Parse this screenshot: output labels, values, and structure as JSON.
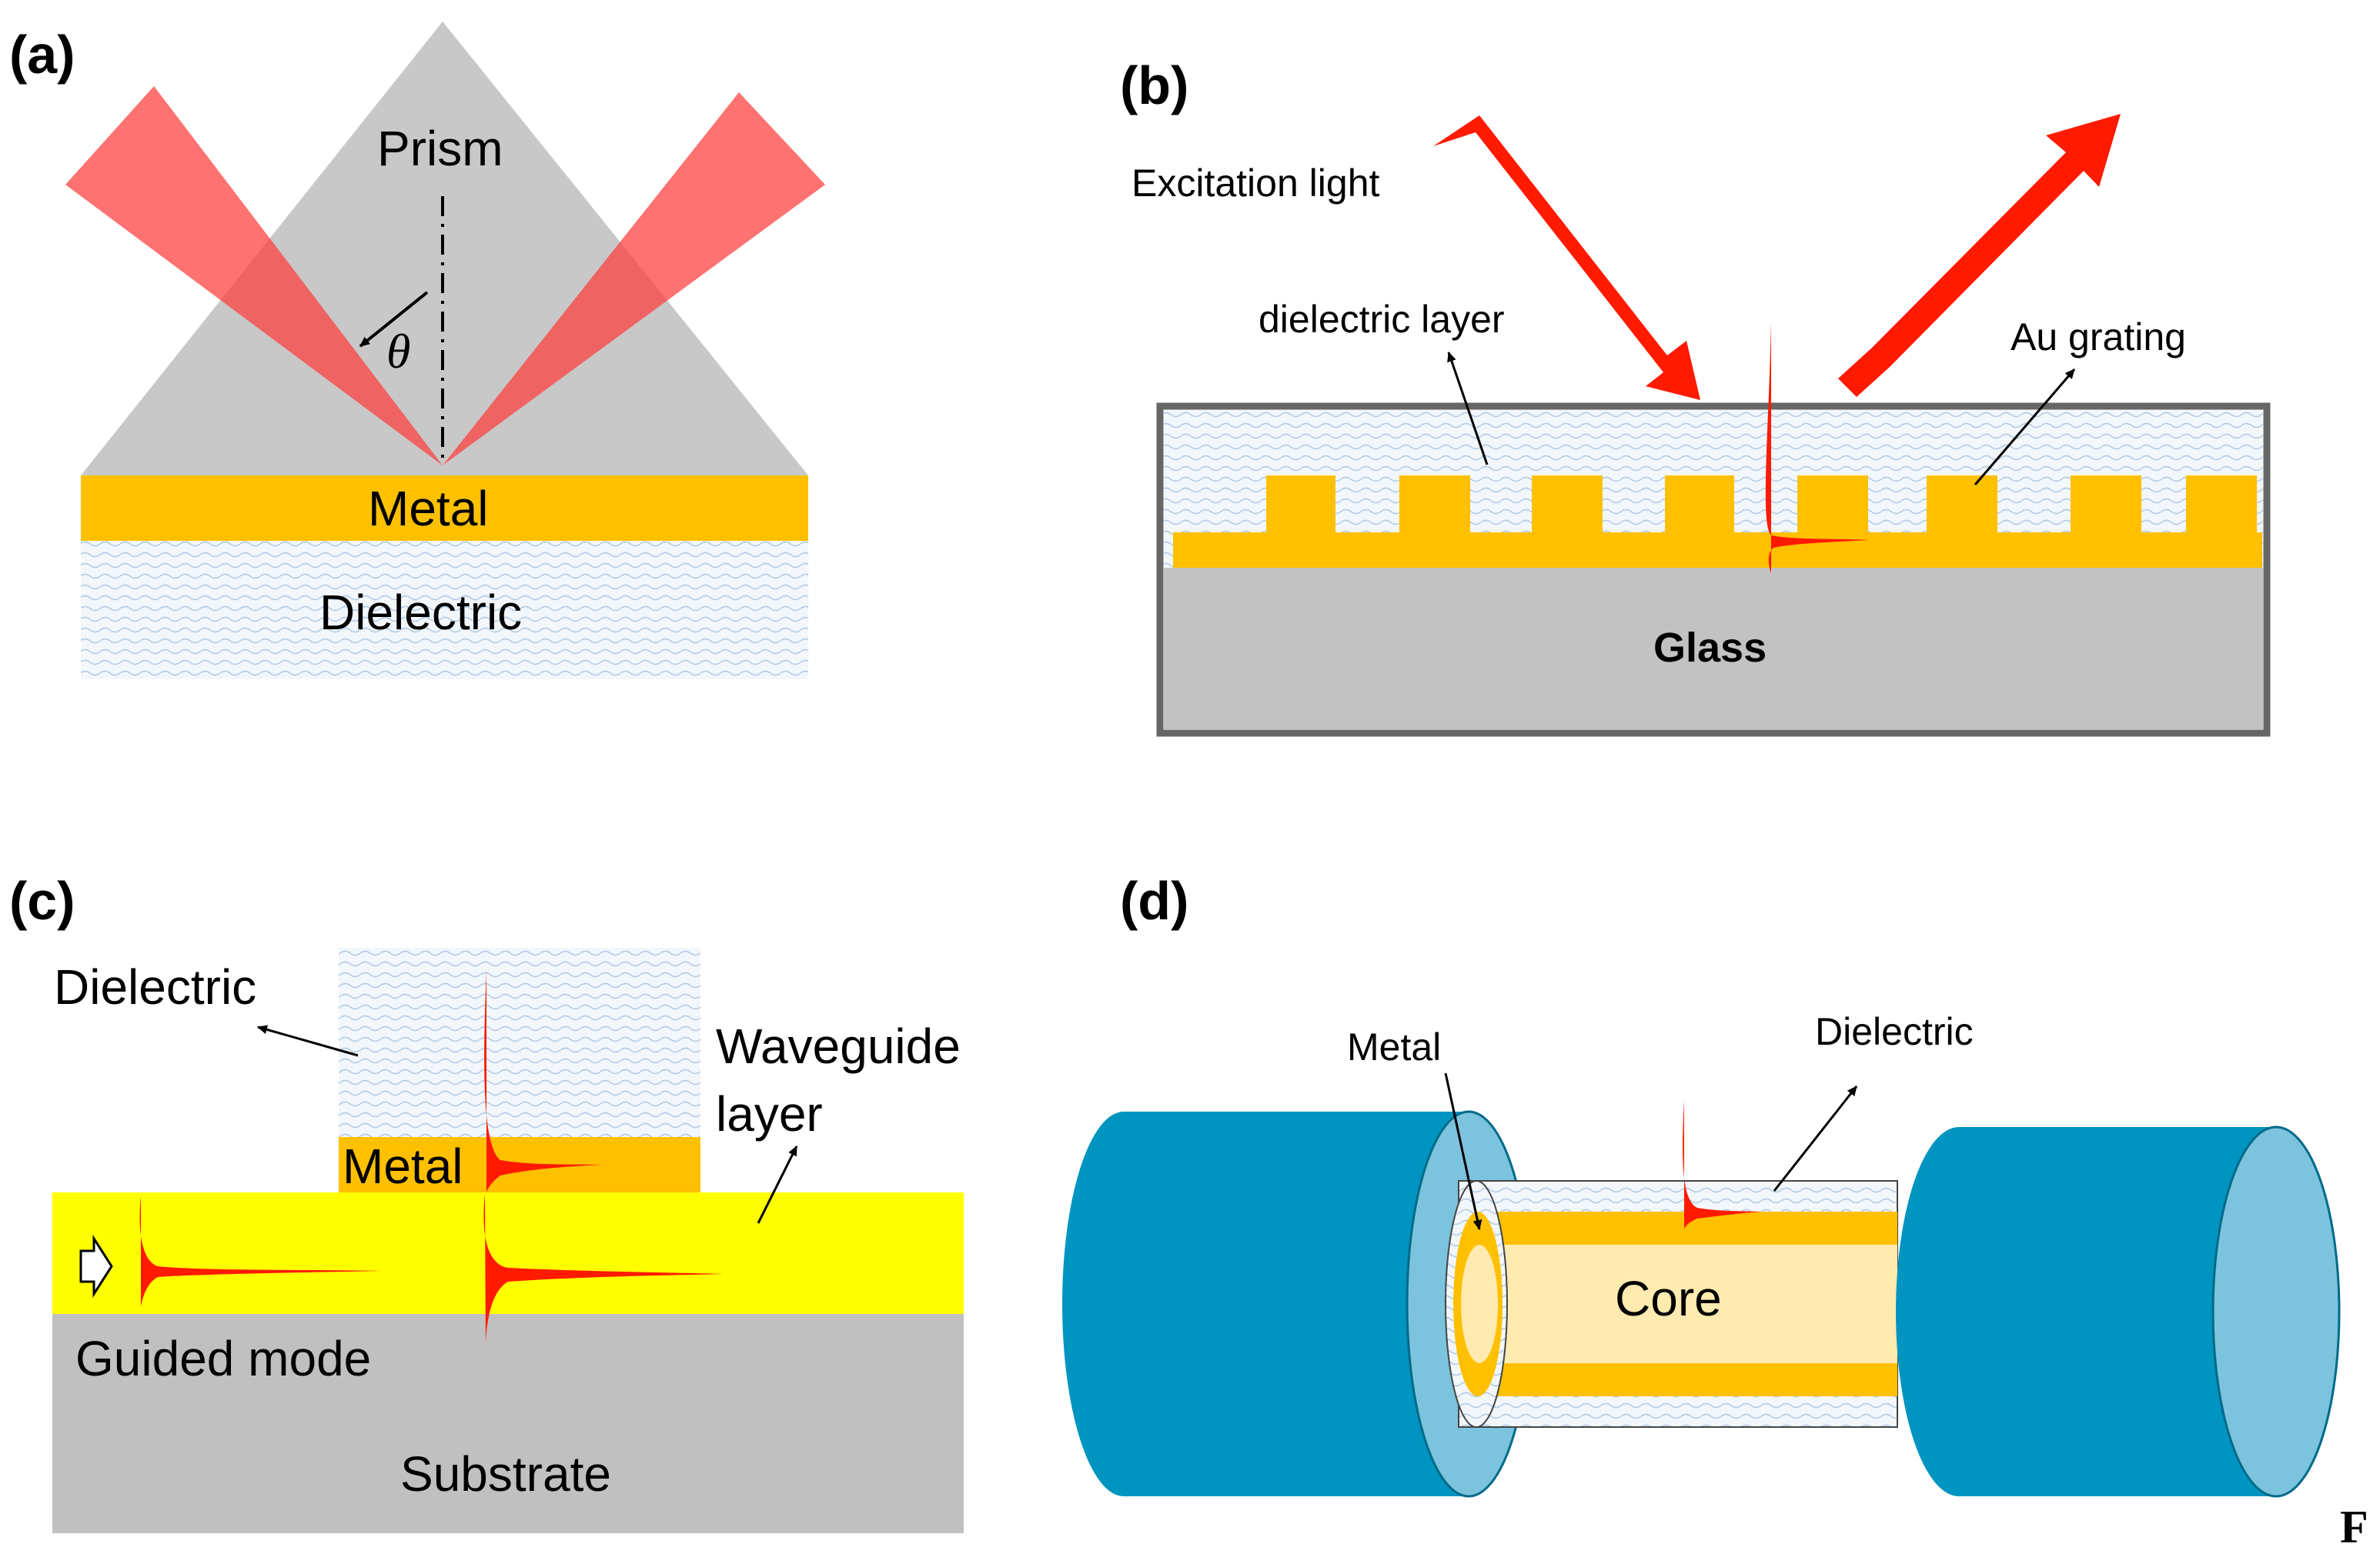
{
  "colors": {
    "prism": "#c8c8c8",
    "metal": "#ffc000",
    "beam": "#ff3b3b",
    "arrow_red": "#ff1a00",
    "mode_red": "#ff1a00",
    "glass": "#c2c2c2",
    "waveguide": "#ffff00",
    "substrate": "#c0c0c0",
    "fiber_dark": "#0095c0",
    "fiber_light": "#7cc3dd",
    "core": "#ffeab0",
    "frame": "#666666"
  },
  "panel_a": {
    "label": "(a)",
    "prism": "Prism",
    "theta": "θ",
    "metal": "Metal",
    "dielectric": "Dielectric"
  },
  "panel_b": {
    "label": "(b)",
    "excitation": "Excitation light",
    "dielectric_layer": "dielectric layer",
    "au_grating": "Au grating",
    "glass": "Glass"
  },
  "panel_c": {
    "label": "(c)",
    "dielectric": "Dielectric",
    "waveguide_1": "Waveguide",
    "waveguide_2": "layer",
    "metal": "Metal",
    "guided_mode": "Guided mode",
    "substrate": "Substrate"
  },
  "panel_d": {
    "label": "(d)",
    "metal": "Metal",
    "dielectric": "Dielectric",
    "core": "Core"
  },
  "corner_letter": "F"
}
